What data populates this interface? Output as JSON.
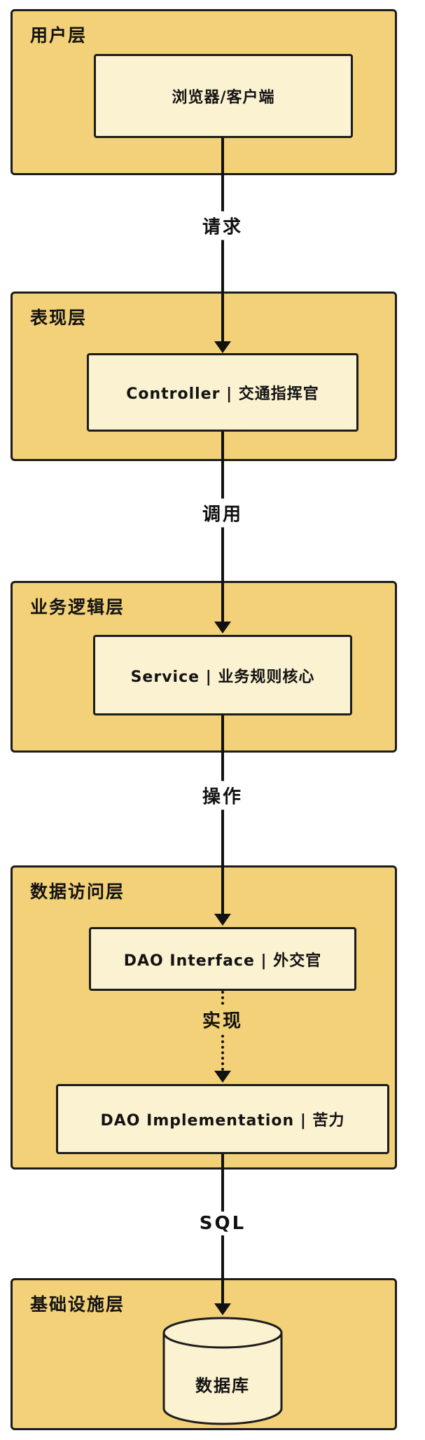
{
  "diagram": {
    "type": "layered-architecture-flow",
    "orientation": "vertical"
  },
  "layers": [
    {
      "title": "用户层",
      "nodes": [
        {
          "label": "浏览器/客户端",
          "shape": "rect"
        }
      ]
    },
    {
      "title": "表现层",
      "nodes": [
        {
          "label": "Controller | 交通指挥官",
          "shape": "rect"
        }
      ]
    },
    {
      "title": "业务逻辑层",
      "nodes": [
        {
          "label": "Service | 业务规则核心",
          "shape": "rect"
        }
      ]
    },
    {
      "title": "数据访问层",
      "nodes": [
        {
          "label": "DAO Interface | 外交官",
          "shape": "rect"
        },
        {
          "label": "DAO Implementation | 苦力",
          "shape": "rect"
        }
      ]
    },
    {
      "title": "基础设施层",
      "nodes": [
        {
          "label": "数据库",
          "shape": "cylinder"
        }
      ]
    }
  ],
  "arrows": [
    {
      "label": "请求",
      "from": "浏览器/客户端",
      "to": "Controller | 交通指挥官",
      "style": "solid"
    },
    {
      "label": "调用",
      "from": "Controller | 交通指挥官",
      "to": "Service | 业务规则核心",
      "style": "solid"
    },
    {
      "label": "操作",
      "from": "Service | 业务规则核心",
      "to": "DAO Interface | 外交官",
      "style": "solid"
    },
    {
      "label": "实现",
      "from": "DAO Interface | 外交官",
      "to": "DAO Implementation | 苦力",
      "style": "dotted"
    },
    {
      "label": "SQL",
      "from": "DAO Implementation | 苦力",
      "to": "数据库",
      "style": "solid"
    }
  ],
  "colors": {
    "layer_fill": "#f2d179",
    "node_fill": "#fbf2d2",
    "stroke": "#1c1c1c",
    "arrow": "#111111",
    "background": "#ffffff"
  }
}
